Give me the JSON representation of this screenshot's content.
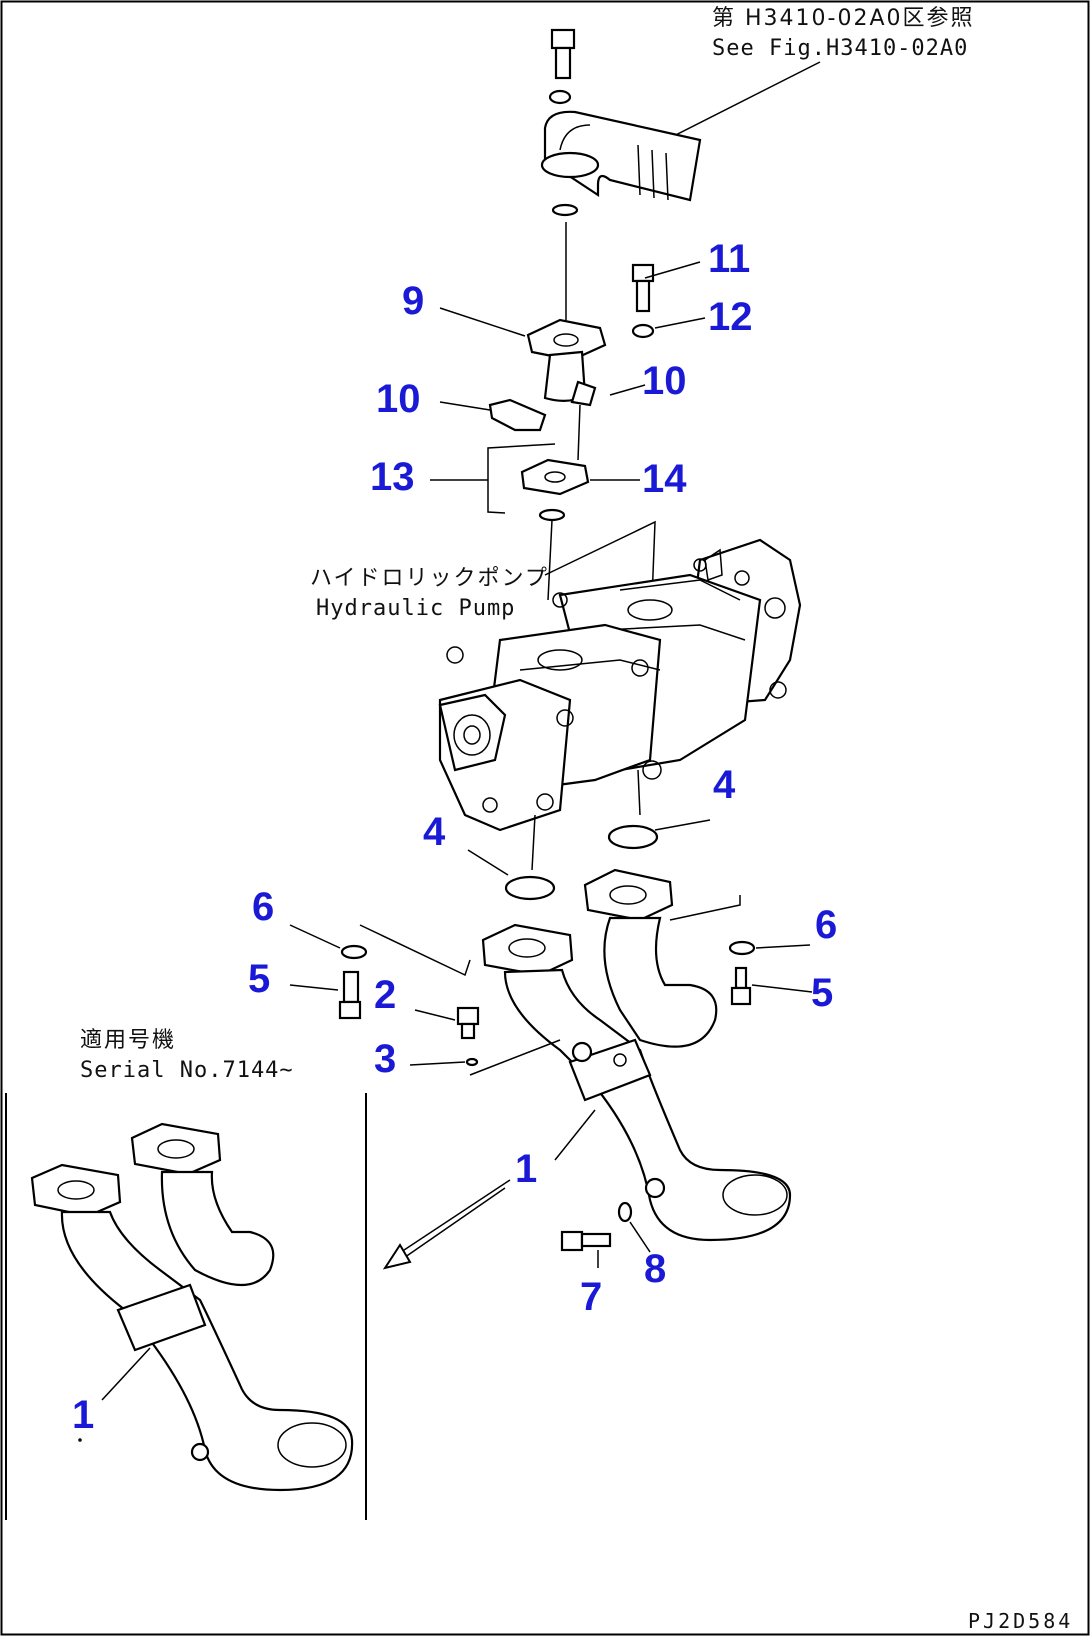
{
  "reference": {
    "jp": "第 H3410-02A0区参照",
    "en": "See Fig.H3410-02A0"
  },
  "pump_label": {
    "jp": "ハイドロリックポンプ",
    "en": "Hydraulic Pump"
  },
  "serial_note": {
    "jp": "適用号機",
    "en": "Serial No.7144~"
  },
  "callouts": {
    "c1a": "1",
    "c1b": "1",
    "c2": "2",
    "c3": "3",
    "c4a": "4",
    "c4b": "4",
    "c5a": "5",
    "c5b": "5",
    "c6a": "6",
    "c6b": "6",
    "c7": "7",
    "c8": "8",
    "c9": "9",
    "c10a": "10",
    "c10b": "10",
    "c11": "11",
    "c12": "12",
    "c13": "13",
    "c14": "14"
  },
  "drawing_code": "PJ2D584",
  "colors": {
    "callout": "#1a1ad6",
    "line": "#000000",
    "background": "#ffffff"
  }
}
